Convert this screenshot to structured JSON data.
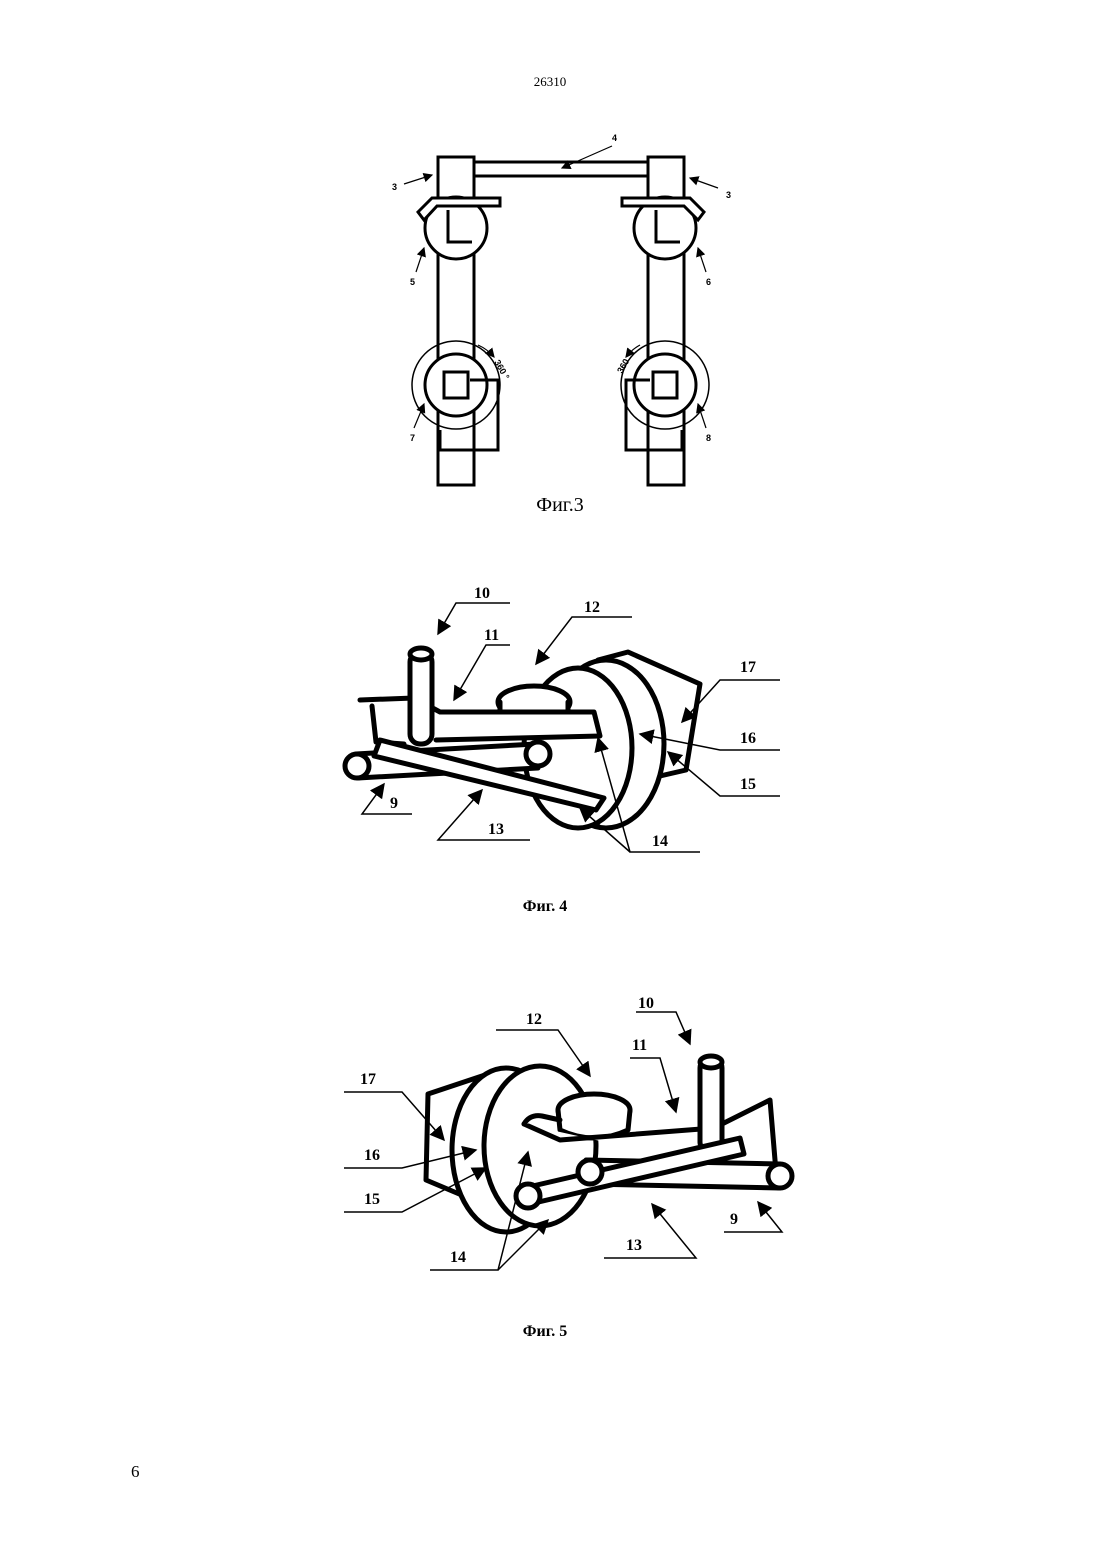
{
  "header": {
    "doc_number": "26310"
  },
  "footer": {
    "page_number": "6"
  },
  "figures": [
    {
      "caption": "Фиг.3",
      "labels": {
        "l4": "4",
        "l3a": "3",
        "l3b": "3",
        "l5": "5",
        "l6": "6",
        "l7": "7",
        "l8": "8",
        "angle_a": "360 °",
        "angle_b": "360 °"
      }
    },
    {
      "caption": "Фиг. 4",
      "labels": {
        "l10": "10",
        "l12": "12",
        "l11": "11",
        "l17": "17",
        "l16": "16",
        "l15": "15",
        "l9": "9",
        "l13": "13",
        "l14": "14"
      }
    },
    {
      "caption": "Фиг. 5",
      "labels": {
        "l10": "10",
        "l12": "12",
        "l11": "11",
        "l17": "17",
        "l16": "16",
        "l15": "15",
        "l9": "9",
        "l13": "13",
        "l14": "14"
      }
    }
  ]
}
